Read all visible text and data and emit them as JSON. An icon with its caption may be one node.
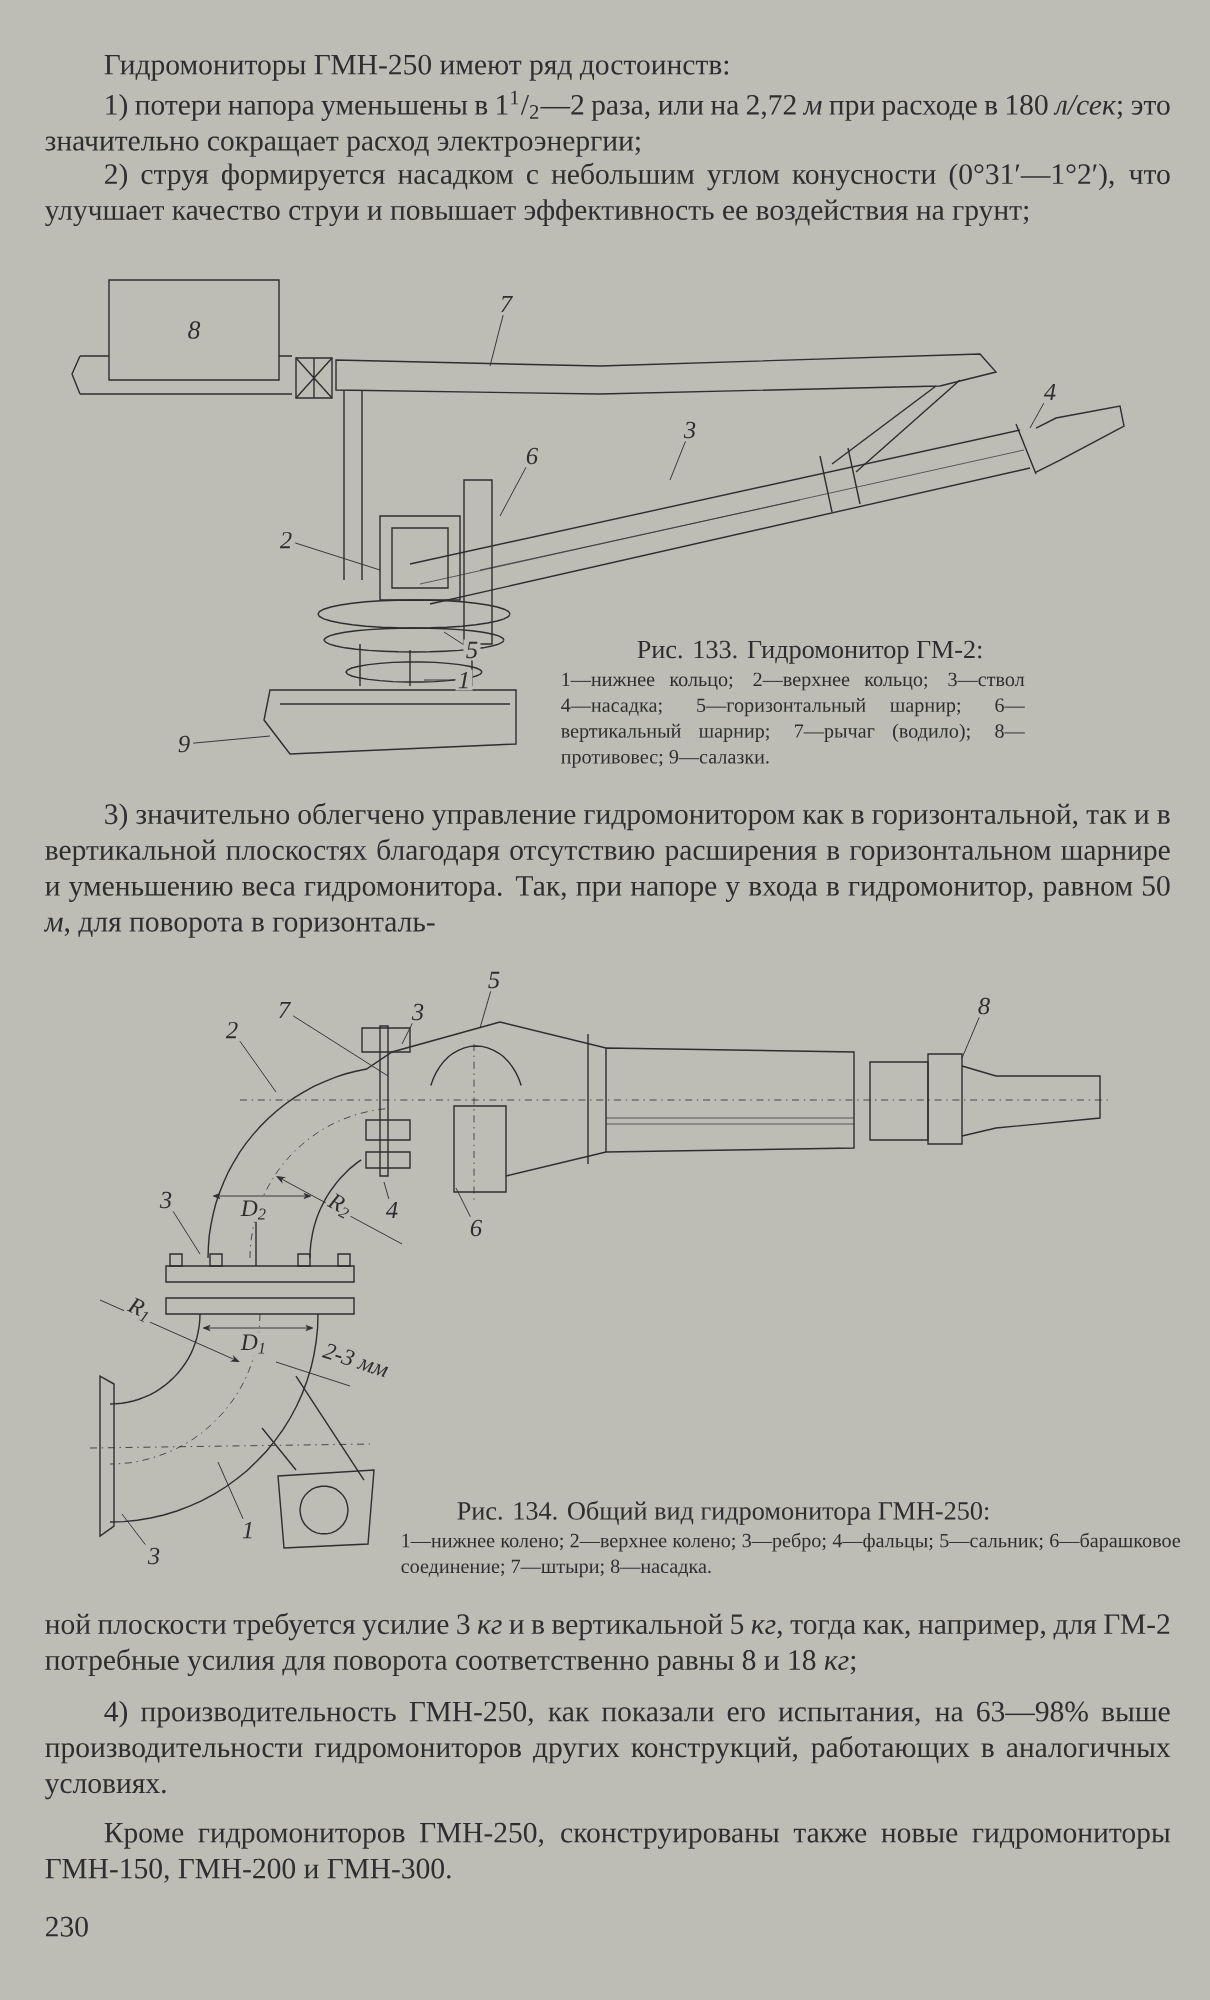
{
  "diagram": {
    "nodes": [
      {
        "text": [
          "8"
        ]
      },
      {
        "text": [
          "7"
        ]
      },
      {
        "text": [
          "4"
        ]
      },
      {
        "text": [
          "3"
        ]
      },
      {
        "text": [
          "6"
        ]
      },
      {
        "text": [
          "2"
        ]
      },
      {
        "text": [
          "5"
        ]
      },
      {
        "text": [
          "1"
        ]
      },
      {
        "text": [
          "9"
        ]
      },
      {
        "text": [
          "2"
        ]
      },
      {
        "text": [
          "7"
        ]
      },
      {
        "text": [
          "3"
        ]
      },
      {
        "text": [
          "5"
        ]
      },
      {
        "text": [
          "8"
        ]
      },
      {
        "text": [
          "3"
        ]
      },
      {
        "text": [
          "4"
        ]
      },
      {
        "text": [
          "6"
        ]
      },
      {
        "text": [
          "1"
        ]
      },
      {
        "text": [
          "3"
        ]
      }
    ],
    "edges": [
      {
        "from": 1,
        "to": null,
        "arrow": "none"
      },
      {
        "from": 2,
        "to": null,
        "arrow": "none"
      },
      {
        "from": 3,
        "to": null,
        "arrow": "none"
      },
      {
        "from": 4,
        "to": null,
        "arrow": "none"
      },
      {
        "from": 5,
        "to": null,
        "arrow": "none"
      },
      {
        "from": 6,
        "to": null,
        "arrow": "none"
      },
      {
        "from": 7,
        "to": null,
        "arrow": "none"
      },
      {
        "from": 8,
        "to": null,
        "arrow": "none"
      },
      {
        "from": 9,
        "to": null,
        "arrow": "none"
      },
      {
        "from": 10,
        "to": null,
        "arrow": "none"
      },
      {
        "from": 11,
        "to": null,
        "arrow": "none"
      },
      {
        "from": 12,
        "to": null,
        "arrow": "none"
      },
      {
        "from": 13,
        "to": null,
        "arrow": "none"
      },
      {
        "from": 14,
        "to": null,
        "arrow": "none"
      },
      {
        "from": 15,
        "to": null,
        "arrow": "none"
      },
      {
        "from": 16,
        "to": null,
        "arrow": "none"
      },
      {
        "from": 17,
        "to": null,
        "arrow": "none"
      },
      {
        "from": 18,
        "to": null,
        "arrow": "none"
      }
    ],
    "labels": [
      "Гидромониторы ГМН-250 имеют ряд достоинств:",
      "1) потери напора уменьшены в 1$^{1}$/$_{2}$—2 раза, или на 2,72 *м* при расходе в 180 *л/сек*; это значительно сокращает расход электроэнергии;",
      "2) струя формируется насадком с небольшим углом конусности (0°31′—1°2′), что улучшает качество струи и повышает эффективность ее воздействия на грунт;",
      "Рис. 133. Гидромонитор ГМ-2:",
      "1—нижнее кольцо; 2—верхнее кольцо; 3—ствол 4—насадка; 5—горизонтальный шарнир; 6—вертикальный шарнир; 7—рычаг (водило); 8—противовес; 9—салазки.",
      "3) значительно облегчено управление гидромонитором как в горизонтальной, так и в вертикальной плоскостях благодаря отсутствию расширения в горизонтальном шарнире и уменьшению веса гидромонитора. Так, при напоре у входа в гидромонитор, равном 50 *м*, для поворота в горизонталь-",
      "D$_{2}$",
      "R$_{2}$",
      "R$_{1}$",
      "D$_{1}$",
      "2-3 мм",
      "Рис. 134. Общий вид гидромонитора ГМН-250:",
      "1—нижнее колено; 2—верхнее колено; 3—ребро; 4—фальцы; 5—сальник; 6—барашковое соединение; 7—штыри; 8—насадка.",
      "ной плоскости требуется усилие 3 *кг* и в вертикальной 5 *кг*, тогда как, например, для ГМ-2 потребные усилия для поворота соответственно равны 8 и 18 *кг*;",
      "4) производительность ГМН-250, как показали его испытания, на 63—98% выше производительности гидромониторов других конструкций, работающих в аналогичных условиях.",
      "Кроме гидромониторов ГМН-250, сконструированы также новые гидромониторы ГМН-150, ГМН-200 и ГМН-300.",
      "230"
    ]
  }
}
